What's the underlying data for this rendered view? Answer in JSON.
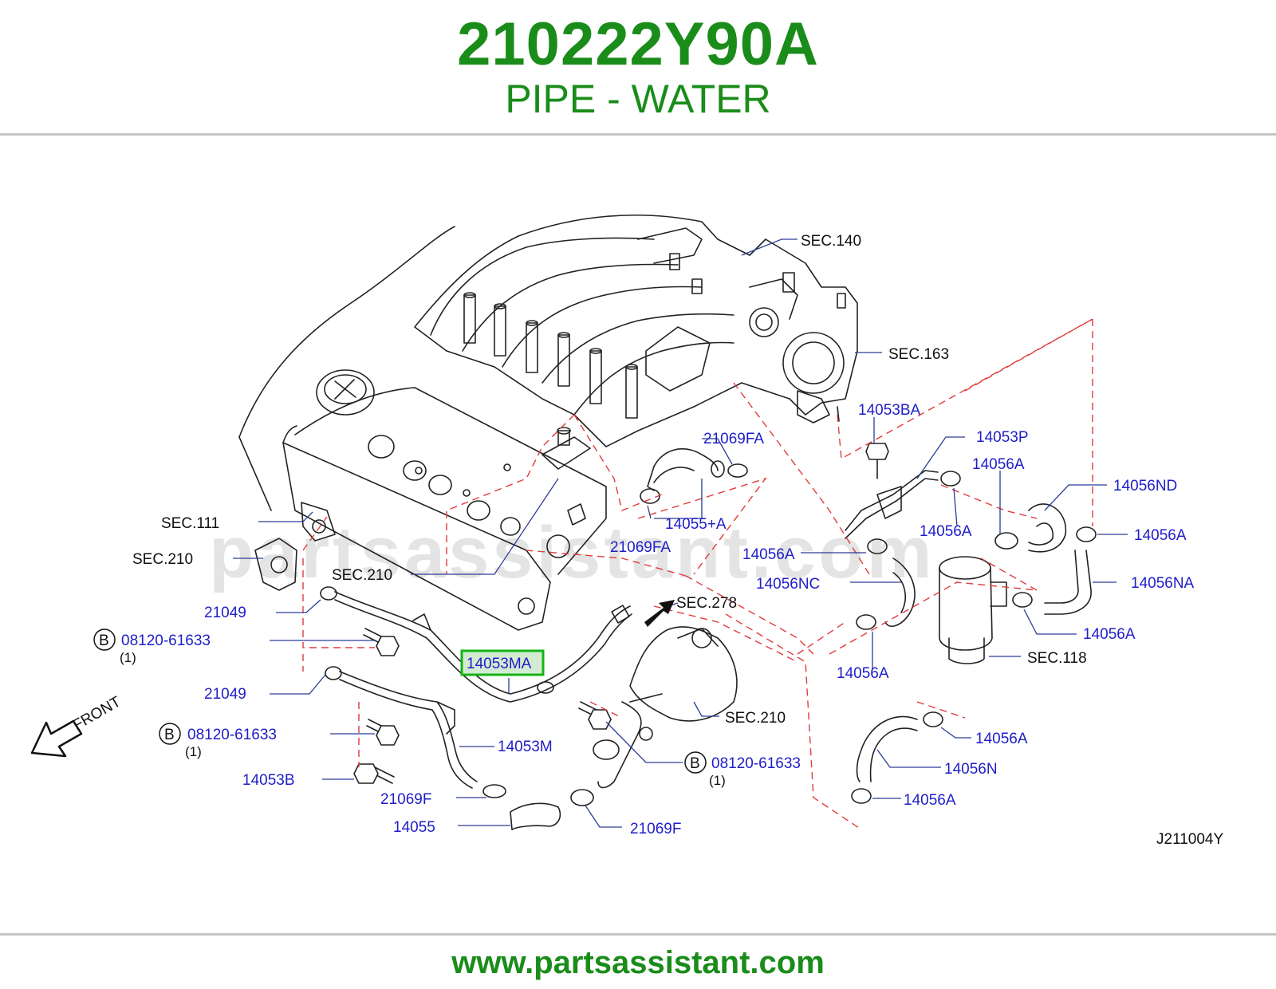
{
  "header": {
    "part_number": "210222Y90A",
    "part_name": "PIPE - WATER",
    "color": "#1a8c1a"
  },
  "footer": {
    "website": "www.partsassistant.com"
  },
  "diagram": {
    "drawing_id": "J211004Y",
    "watermark": "partsassistant.com",
    "front_label": "FRONT",
    "highlight_color": "#14b414",
    "label_color": "#1e1ec8",
    "callout_letter": "B",
    "sec_labels": {
      "sec140": "SEC.140",
      "sec163": "SEC.163",
      "sec111": "SEC.111",
      "sec210_a": "SEC.210",
      "sec210_b": "SEC.210",
      "sec210_c": "SEC.210",
      "sec278": "SEC.278",
      "sec118": "SEC.118"
    },
    "parts": {
      "p14053BA": "14053BA",
      "p14053P": "14053P",
      "p14056A_1": "14056A",
      "p14056ND": "14056ND",
      "p14056A_2": "14056A",
      "p14056A_3": "14056A",
      "p21069FA_1": "21069FA",
      "p14055A": "14055+A",
      "p21069FA_2": "21069FA",
      "p14056A_4": "14056A",
      "p14056NC": "14056NC",
      "p14056NA": "14056NA",
      "p14056A_5": "14056A",
      "p14056A_6": "14056A",
      "p21049_1": "21049",
      "p08120_1": "08120-61633",
      "q1": "(1)",
      "p14053MA": "14053MA",
      "p21049_2": "21049",
      "p08120_2": "08120-61633",
      "q2": "(1)",
      "p14053M": "14053M",
      "p14053B": "14053B",
      "p21069F_1": "21069F",
      "p14055": "14055",
      "p21069F_2": "21069F",
      "p08120_3": "08120-61633",
      "q3": "(1)",
      "p14056A_7": "14056A",
      "p14056N": "14056N",
      "p14056A_8": "14056A"
    }
  }
}
